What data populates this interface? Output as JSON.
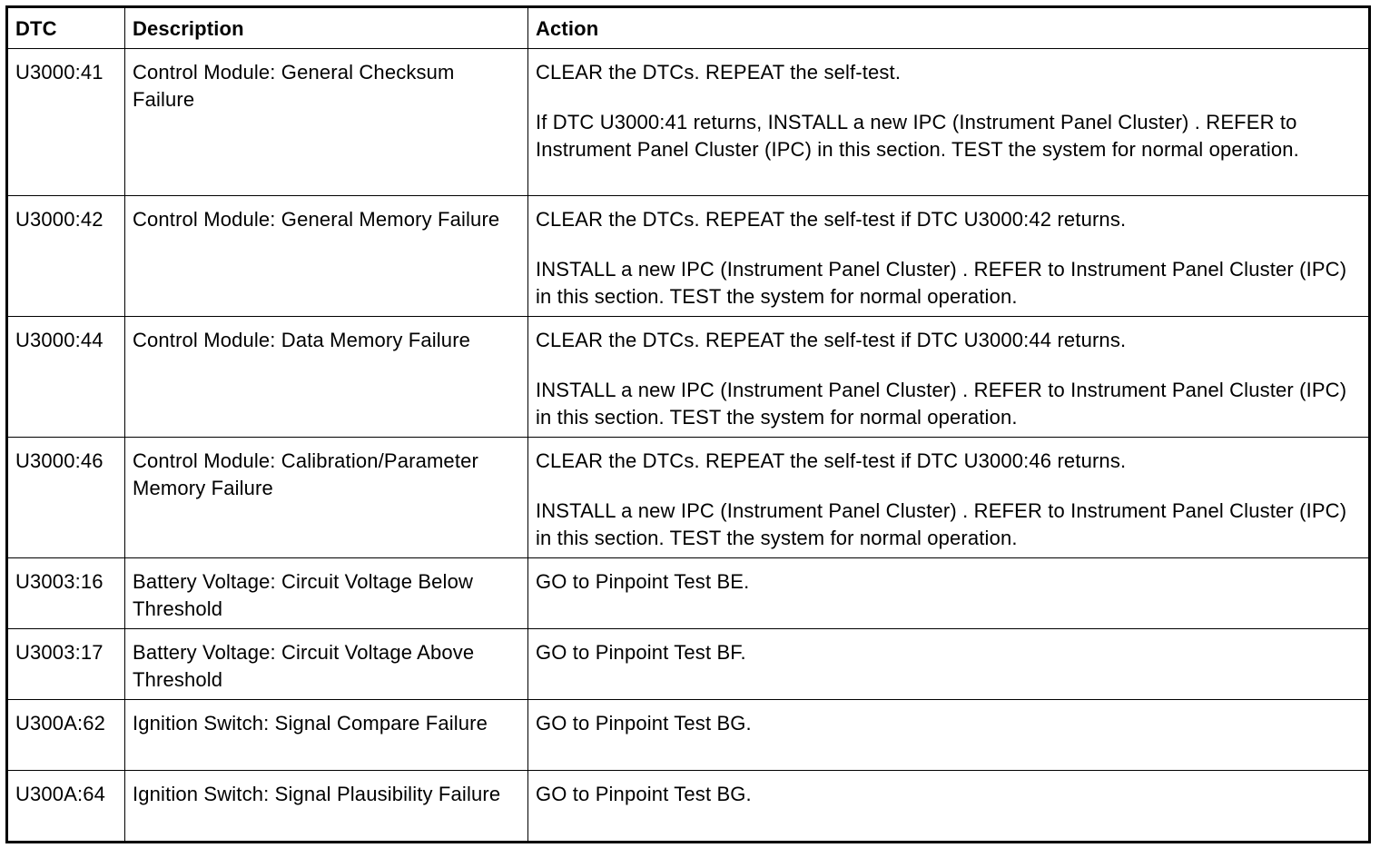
{
  "table": {
    "headers": {
      "dtc": "DTC",
      "description": "Description",
      "action": "Action"
    },
    "rows": [
      {
        "dtc": "U3000:41",
        "description": "Control Module: General Checksum Failure",
        "action": [
          "CLEAR the DTCs. REPEAT the self-test.",
          "If DTC U3000:41 returns, INSTALL a new IPC (Instrument Panel Cluster) . REFER to Instrument Panel Cluster (IPC) in this section. TEST the system for normal operation."
        ]
      },
      {
        "dtc": "U3000:42",
        "description": "Control Module: General Memory Failure",
        "action": [
          "CLEAR the DTCs. REPEAT the self-test if DTC U3000:42 returns.",
          "INSTALL a new IPC (Instrument Panel Cluster) . REFER to Instrument Panel Cluster (IPC) in this section. TEST the system for normal operation."
        ]
      },
      {
        "dtc": "U3000:44",
        "description": "Control Module: Data Memory Failure",
        "action": [
          "CLEAR the DTCs. REPEAT the self-test if DTC U3000:44 returns.",
          "INSTALL a new IPC (Instrument Panel Cluster) . REFER to Instrument Panel Cluster (IPC) in this section. TEST the system for normal operation."
        ]
      },
      {
        "dtc": "U3000:46",
        "description": "Control Module: Calibration/Parameter Memory Failure",
        "action": [
          "CLEAR the DTCs. REPEAT the self-test if DTC U3000:46 returns.",
          "INSTALL a new IPC (Instrument Panel Cluster) . REFER to Instrument Panel Cluster (IPC) in this section. TEST the system for normal operation."
        ]
      },
      {
        "dtc": "U3003:16",
        "description": "Battery Voltage: Circuit Voltage Below Threshold",
        "action": [
          "GO to Pinpoint Test BE."
        ]
      },
      {
        "dtc": "U3003:17",
        "description": "Battery Voltage: Circuit Voltage Above Threshold",
        "action": [
          "GO to Pinpoint Test BF."
        ]
      },
      {
        "dtc": "U300A:62",
        "description": "Ignition Switch: Signal Compare Failure",
        "action": [
          "GO to Pinpoint Test BG."
        ]
      },
      {
        "dtc": "U300A:64",
        "description": "Ignition Switch: Signal Plausibility Failure",
        "action": [
          "GO to Pinpoint Test BG."
        ]
      }
    ]
  }
}
